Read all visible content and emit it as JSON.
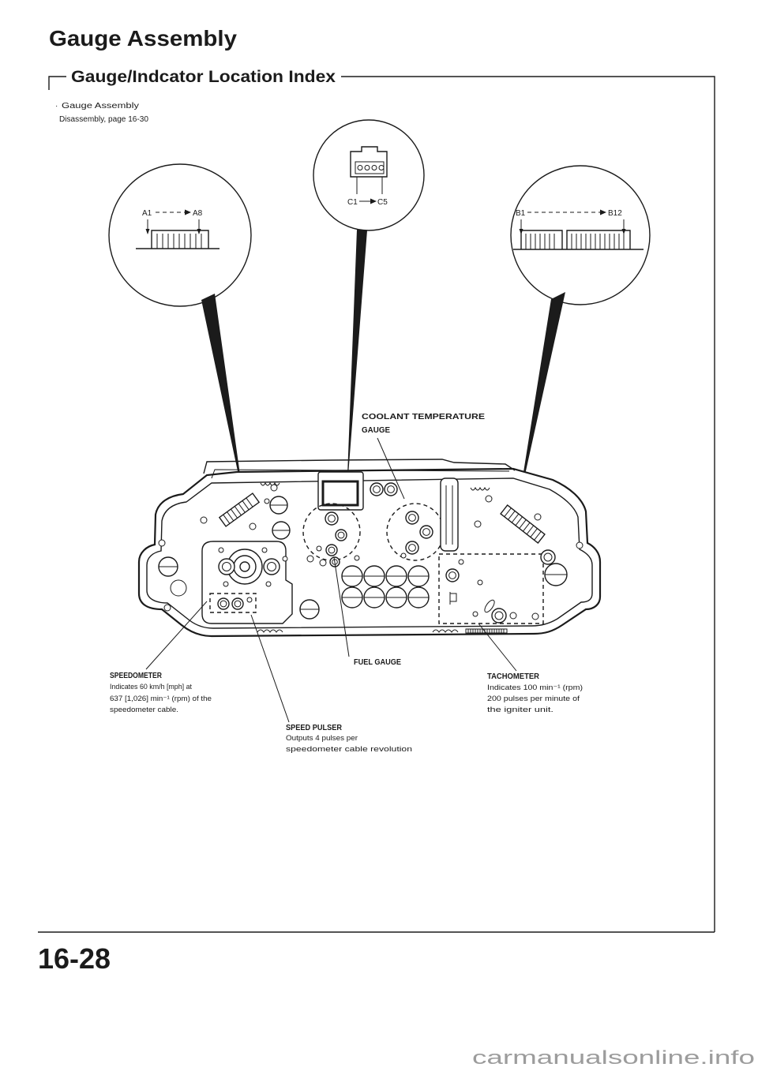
{
  "page": {
    "title": "Gauge Assembly",
    "subtitle": "Gauge/Indcator Location Index",
    "page_number": "16-28",
    "watermark": "carmanualsonline.info"
  },
  "reference_note": {
    "bullet": "·",
    "line1": "Gauge Assembly",
    "line2": "Disassembly, page 16-30"
  },
  "connectors": {
    "a": {
      "first_pin": "A1",
      "last_pin": "A8"
    },
    "c": {
      "first_pin": "C1",
      "last_pin": "C5"
    },
    "b": {
      "first_pin": "B1",
      "last_pin": "B12"
    }
  },
  "callouts": {
    "coolant": {
      "label_line1": "COOLANT TEMPERATURE",
      "label_line2": "GAUGE"
    },
    "fuel": {
      "label": "FUEL GAUGE"
    },
    "speedometer": {
      "label": "SPEEDOMETER",
      "lines": [
        "Indicates 60 km/h [mph] at",
        "637 [1,026] min⁻¹ (rpm) of the",
        "speedometer cable."
      ]
    },
    "speed_pulser": {
      "label": "SPEED PULSER",
      "lines": [
        "Outputs 4 pulses per",
        "speedometer cable revolution"
      ]
    },
    "tachometer": {
      "label": "TACHOMETER",
      "lines": [
        "Indicates 100 min⁻¹ (rpm)",
        "200 pulses per minute of",
        "the igniter unit."
      ]
    }
  },
  "colors": {
    "ink": "#1b1b1b",
    "paper": "#ffffff",
    "watermark": "#9c9c9c"
  }
}
